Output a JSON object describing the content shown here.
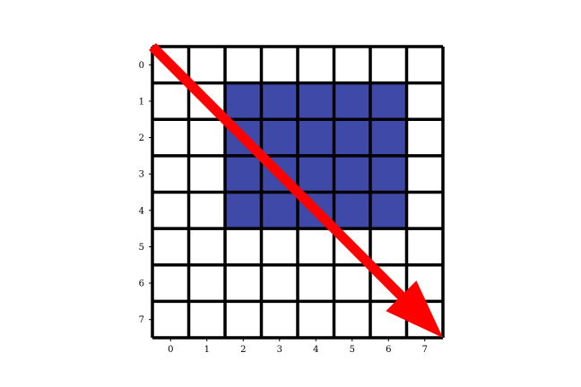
{
  "grid": {
    "rows": 8,
    "cols": 8,
    "highlight": {
      "row_start": 1,
      "row_end": 4,
      "col_start": 2,
      "col_end": 6
    },
    "cell_color": "#ffffff",
    "highlight_color": "#3f4aa8",
    "line_color": "#000000"
  },
  "axes": {
    "x_ticks": [
      "0",
      "1",
      "2",
      "3",
      "4",
      "5",
      "6",
      "7"
    ],
    "y_ticks": [
      "0",
      "1",
      "2",
      "3",
      "4",
      "5",
      "6",
      "7"
    ]
  },
  "arrow": {
    "from": [
      -0.5,
      -0.5
    ],
    "to": [
      7.5,
      7.5
    ],
    "color": "#ff0000"
  }
}
